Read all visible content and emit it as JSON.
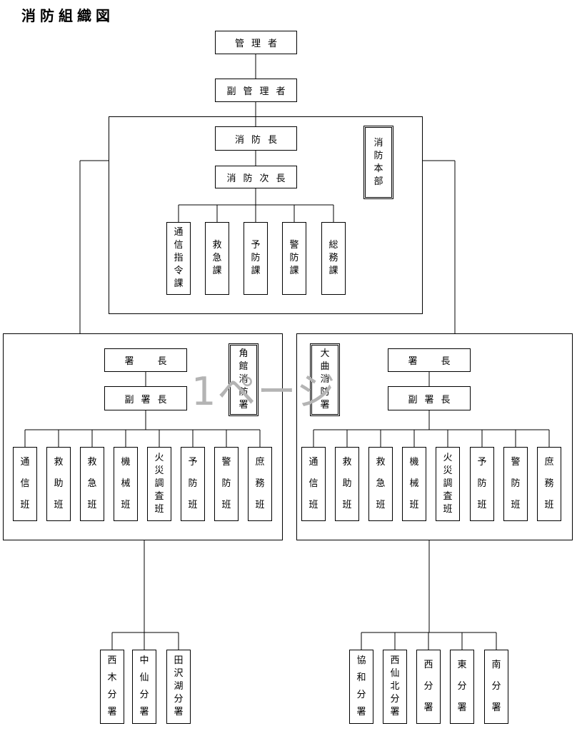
{
  "title": "消防組織図",
  "watermark": "1ページ",
  "top_chain": {
    "manager": "管理者",
    "vice_manager": "副管理者"
  },
  "headquarters": {
    "label": [
      "消",
      "防",
      "本",
      "部"
    ],
    "chief": "消防長",
    "deputy_chief": "消防次長",
    "divisions": [
      [
        "通",
        "信",
        "指",
        "令",
        "課"
      ],
      [
        "救",
        "急",
        "課"
      ],
      [
        "予",
        "防",
        "課"
      ],
      [
        "警",
        "防",
        "課"
      ],
      [
        "総",
        "務",
        "課"
      ]
    ]
  },
  "kakunodate": {
    "label": [
      "角",
      "館",
      "消",
      "防",
      "署"
    ],
    "chief": "署　長",
    "deputy": "副署長",
    "teams": [
      [
        "通",
        "信",
        "班"
      ],
      [
        "救",
        "助",
        "班"
      ],
      [
        "救",
        "急",
        "班"
      ],
      [
        "機",
        "械",
        "班"
      ],
      [
        "火",
        "災",
        "調",
        "査",
        "班"
      ],
      [
        "予",
        "防",
        "班"
      ],
      [
        "警",
        "防",
        "班"
      ],
      [
        "庶",
        "務",
        "班"
      ]
    ],
    "branches": [
      [
        "西",
        "木",
        "分",
        "署"
      ],
      [
        "中",
        "仙",
        "分",
        "署"
      ],
      [
        "田",
        "沢",
        "湖",
        "分",
        "署"
      ]
    ]
  },
  "omagari": {
    "label": [
      "大",
      "曲",
      "消",
      "防",
      "署"
    ],
    "chief": "署　長",
    "deputy": "副署長",
    "teams": [
      [
        "通",
        "信",
        "班"
      ],
      [
        "救",
        "助",
        "班"
      ],
      [
        "救",
        "急",
        "班"
      ],
      [
        "機",
        "械",
        "班"
      ],
      [
        "火",
        "災",
        "調",
        "査",
        "班"
      ],
      [
        "予",
        "防",
        "班"
      ],
      [
        "警",
        "防",
        "班"
      ],
      [
        "庶",
        "務",
        "班"
      ]
    ],
    "branches": [
      [
        "協",
        "和",
        "分",
        "署"
      ],
      [
        "西",
        "仙",
        "北",
        "分",
        "署"
      ],
      [
        "西",
        "分",
        "署"
      ],
      [
        "東",
        "分",
        "署"
      ],
      [
        "南",
        "分",
        "署"
      ]
    ]
  }
}
